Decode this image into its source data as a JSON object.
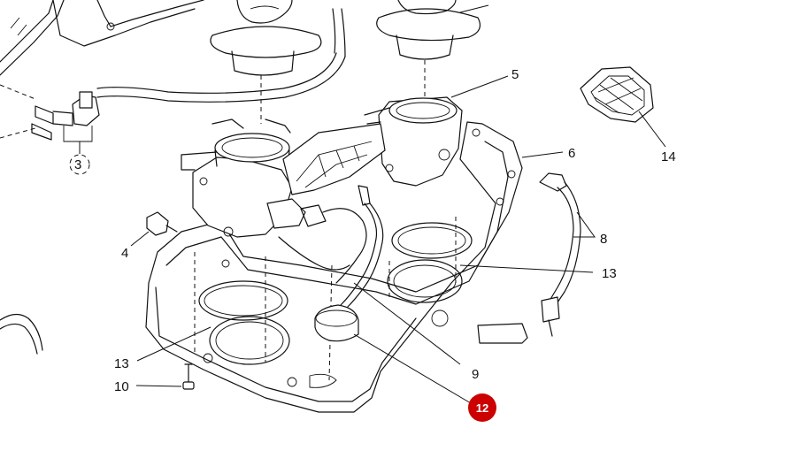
{
  "callouts": {
    "c3": "3",
    "c4": "4",
    "c5": "5",
    "c6": "6",
    "c8": "8",
    "c9": "9",
    "c10": "10",
    "c12": "12",
    "c13a": "13",
    "c13b": "13",
    "c14": "14"
  },
  "colors": {
    "highlight": "#cc0000",
    "line": "#111111",
    "background": "#ffffff"
  }
}
